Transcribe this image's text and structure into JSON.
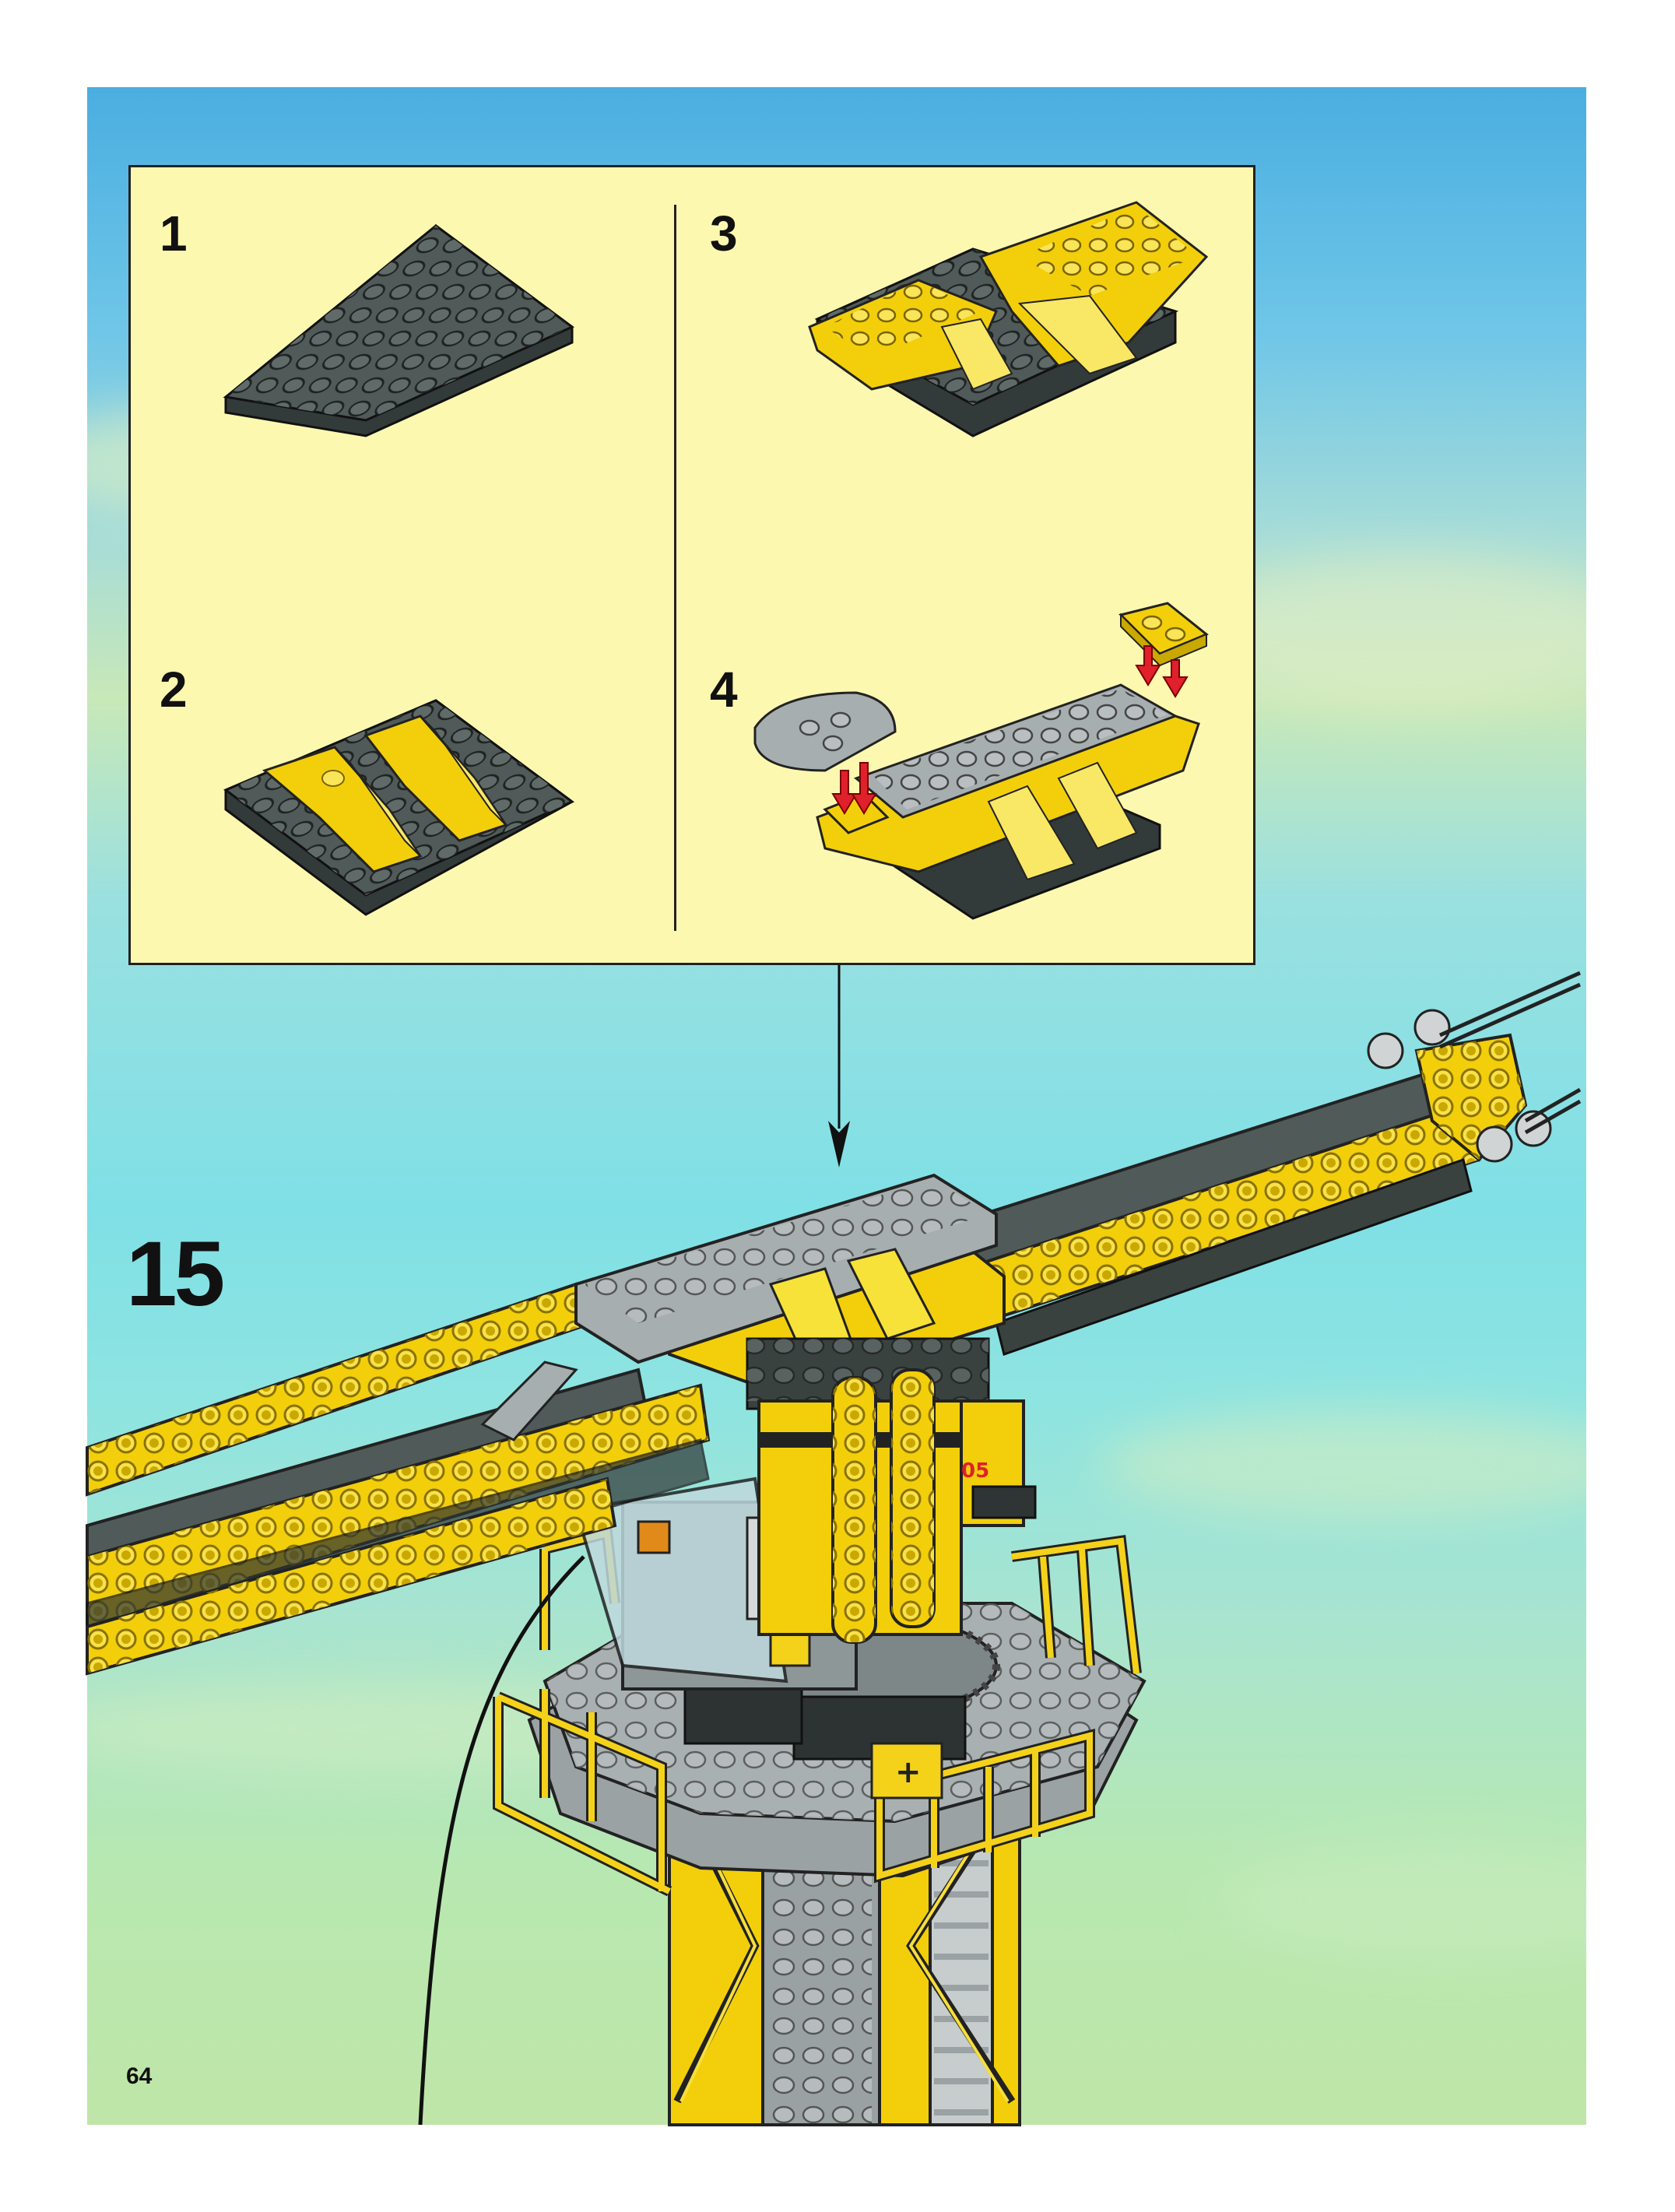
{
  "step": {
    "number": "15"
  },
  "substeps": [
    {
      "number": "1"
    },
    {
      "number": "2"
    },
    {
      "number": "3"
    },
    {
      "number": "4"
    }
  ],
  "page": {
    "number": "64"
  },
  "colors": {
    "yellow": "#f5d20a",
    "dark_gray": "#4e5a58",
    "light_gray": "#a7aeaf",
    "callout_bg": "#fdf8b0",
    "arrow_red": "#e0202a"
  }
}
